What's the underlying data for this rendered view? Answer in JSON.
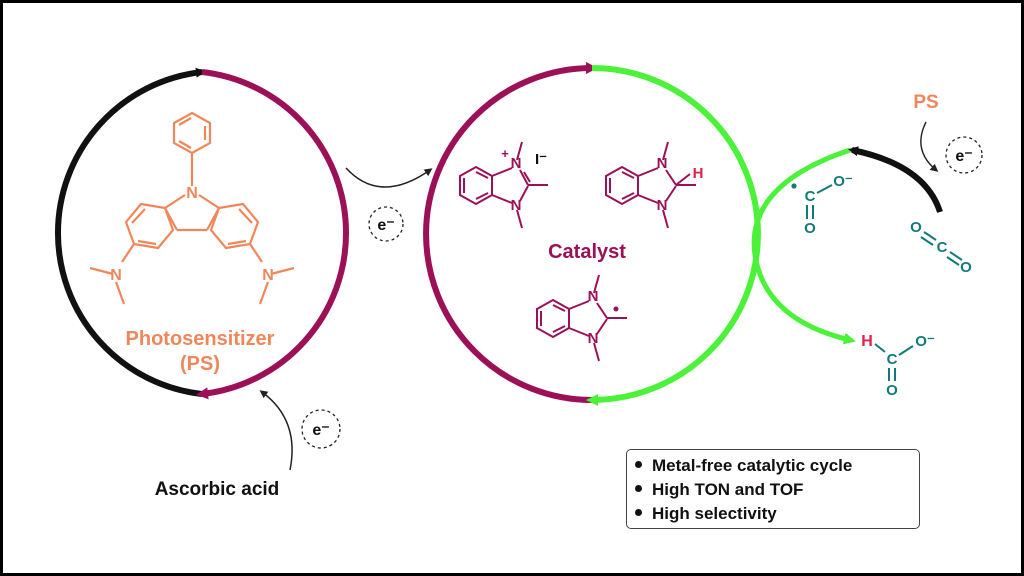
{
  "labels": {
    "photosensitizer": "Photosensitizer",
    "ps_abbrev": "(PS)",
    "catalyst": "Catalyst",
    "ascorbic_acid": "Ascorbic acid",
    "ps_right": "PS",
    "electron": "e⁻"
  },
  "structures": {
    "catalyst_1": {
      "n_top": "N",
      "plus": "+",
      "iodide": "I⁻",
      "n_bottom": "N"
    },
    "catalyst_2": {
      "n_top": "N",
      "h": "H",
      "n_bottom": "N"
    },
    "catalyst_3": {
      "n_top": "N",
      "n_bottom": "N"
    },
    "ps": {
      "n_center": "N",
      "n_left": "N",
      "n_right": "N"
    },
    "co2_radical": {
      "c": "C",
      "o_double": "O",
      "o_minus": "O⁻"
    },
    "co2": {
      "text_o1": "O",
      "text_c": "C",
      "text_o2": "O"
    },
    "formate": {
      "h": "H",
      "c": "C",
      "o_double": "O",
      "o_minus": "O⁻"
    }
  },
  "features": {
    "items": [
      "Metal-free catalytic cycle",
      "High TON and TOF",
      "High selectivity"
    ]
  },
  "colors": {
    "ps_orange": "#f0875a",
    "catalyst_maroon": "#9b1057",
    "cycle_green": "#4cf23a",
    "teal": "#137a7a",
    "black": "#111111"
  }
}
